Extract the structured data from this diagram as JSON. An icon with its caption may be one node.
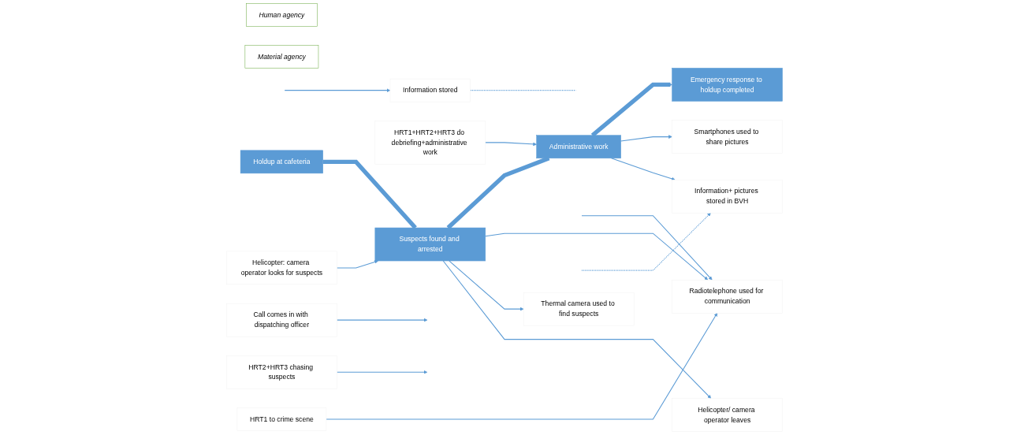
{
  "diagram": {
    "nodes": [
      {
        "text": [
          "Human agency"
        ]
      },
      {
        "text": [
          "Material agency"
        ]
      },
      {
        "text": [
          "Holdup at cafeteria"
        ]
      },
      {
        "text": [
          "Suspects found and arrested"
        ]
      },
      {
        "text": [
          "Administrative work"
        ]
      },
      {
        "text": [
          "Emergency response to holdup completed"
        ]
      },
      {
        "text": [
          "Call comes in with dispatching officer"
        ]
      },
      {
        "text": [
          "HRT1 to crime scene"
        ]
      },
      {
        "text": [
          "HRT2+HRT3 chasing suspects"
        ]
      },
      {
        "text": [
          "Helicopter: camera operator looks for suspects"
        ]
      },
      {
        "text": [
          "Helicopter/ camera operator leaves"
        ]
      },
      {
        "text": [
          "HRT1+HRT2+HRT3 do debriefing+administrative work"
        ]
      },
      {
        "text": [
          "Radiotelephone used for communication"
        ]
      },
      {
        "text": [
          "Information stored"
        ]
      },
      {
        "text": [
          "Thermal camera used to find suspects"
        ]
      },
      {
        "text": [
          "Smartphones used to share pictures"
        ]
      },
      {
        "text": [
          "Information+ pictures stored in BVH"
        ]
      }
    ],
    "edges": [
      {
        "from": 2,
        "to": 3,
        "arrow": "none",
        "style": "thick"
      },
      {
        "from": 3,
        "to": 4,
        "arrow": "none",
        "style": "thick"
      },
      {
        "from": 4,
        "to": 5,
        "arrow": "to",
        "style": "thick"
      },
      {
        "from": 6,
        "to": null,
        "arrow": "to"
      },
      {
        "from": 7,
        "to": 12,
        "arrow": "to"
      },
      {
        "from": 8,
        "to": null,
        "arrow": "to"
      },
      {
        "from": null,
        "to": 12,
        "arrow": "to"
      },
      {
        "from": null,
        "to": 13,
        "arrow": "to"
      },
      {
        "from": 13,
        "to": null,
        "arrow": "none",
        "style": "dashed"
      },
      {
        "from": 9,
        "to": 3,
        "arrow": "to"
      },
      {
        "from": 3,
        "to": 12,
        "arrow": "to"
      },
      {
        "from": 3,
        "to": 14,
        "arrow": "to"
      },
      {
        "from": 3,
        "to": 10,
        "arrow": "to"
      },
      {
        "from": 11,
        "to": 4,
        "arrow": "to"
      },
      {
        "from": 4,
        "to": 15,
        "arrow": "to"
      },
      {
        "from": 4,
        "to": 16,
        "arrow": "to"
      },
      {
        "from": null,
        "to": 16,
        "arrow": "to",
        "style": "dashed"
      }
    ]
  }
}
